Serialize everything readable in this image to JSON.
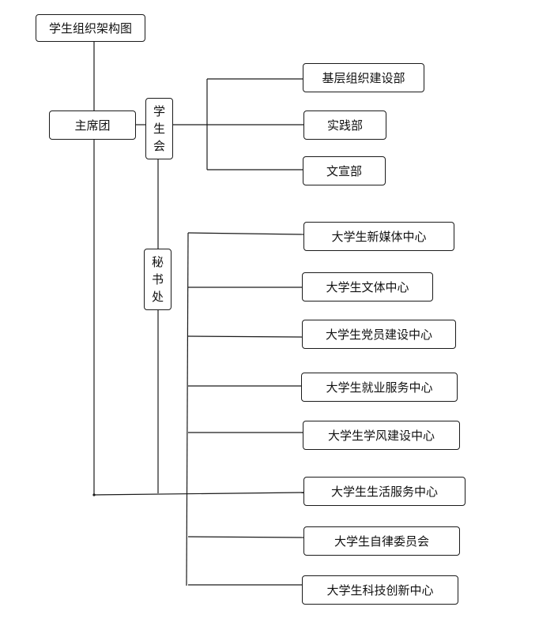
{
  "diagram": {
    "root": {
      "label": "学生组织架构图"
    },
    "presidium": {
      "label": "主席团"
    },
    "student_union": {
      "chars": [
        "学",
        "生",
        "会"
      ]
    },
    "secretariat": {
      "chars": [
        "秘",
        "书",
        "处"
      ]
    },
    "union_departments": [
      {
        "label": "基层组织建设部"
      },
      {
        "label": "实践部"
      },
      {
        "label": "文宣部"
      }
    ],
    "centers": [
      {
        "label": "大学生新媒体中心"
      },
      {
        "label": "大学生文体中心"
      },
      {
        "label": "大学生党员建设中心"
      },
      {
        "label": "大学生就业服务中心"
      },
      {
        "label": "大学生学风建设中心"
      },
      {
        "label": "大学生生活服务中心"
      },
      {
        "label": "大学生自律委员会"
      },
      {
        "label": "大学生科技创新中心"
      }
    ],
    "colors": {
      "line": "#1a1a1a",
      "border": "#1a1a1a",
      "text": "#111111",
      "background": "#ffffff"
    }
  }
}
